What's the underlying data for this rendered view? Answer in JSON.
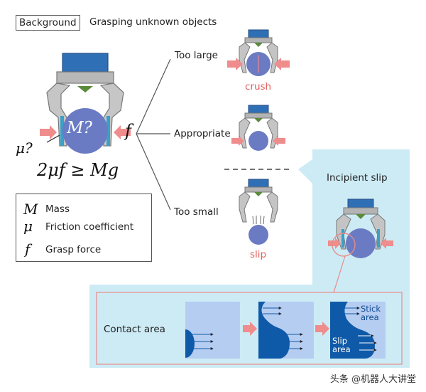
{
  "header": {
    "tag": "Background",
    "title": "Grasping unknown objects"
  },
  "main_figure": {
    "mass_label": "M?",
    "force_label": "f",
    "mu_label": "μ?",
    "equation": "2μf ≥ Mg"
  },
  "branches": [
    {
      "label": "Too large",
      "outcome": "crush"
    },
    {
      "label": "Appropriate",
      "outcome": ""
    },
    {
      "label": "Too small",
      "outcome": "slip"
    }
  ],
  "legend": [
    {
      "symbol": "M",
      "text": "Mass"
    },
    {
      "symbol": "μ",
      "text": "Friction coefficient"
    },
    {
      "symbol": "f",
      "text": "Grasp force"
    }
  ],
  "incipient": {
    "title": "Incipient slip",
    "contact_label": "Contact area",
    "stick_label": "Stick area",
    "slip_label": "Slip area"
  },
  "watermark": "头条 @机器人大讲堂",
  "colors": {
    "object": "#6a7bc4",
    "gripper": "#bcbcbc",
    "gripper_dark": "#808080",
    "gripper_top": "#3373b8",
    "pad": "#39a0c8",
    "arrow": "#ef8c8c",
    "panel": "#cdebf5",
    "panel_light": "#dff1f8",
    "contact": "#0f5aa8",
    "contact_bg": "#b6cdf2",
    "text_red": "#e0605a"
  }
}
